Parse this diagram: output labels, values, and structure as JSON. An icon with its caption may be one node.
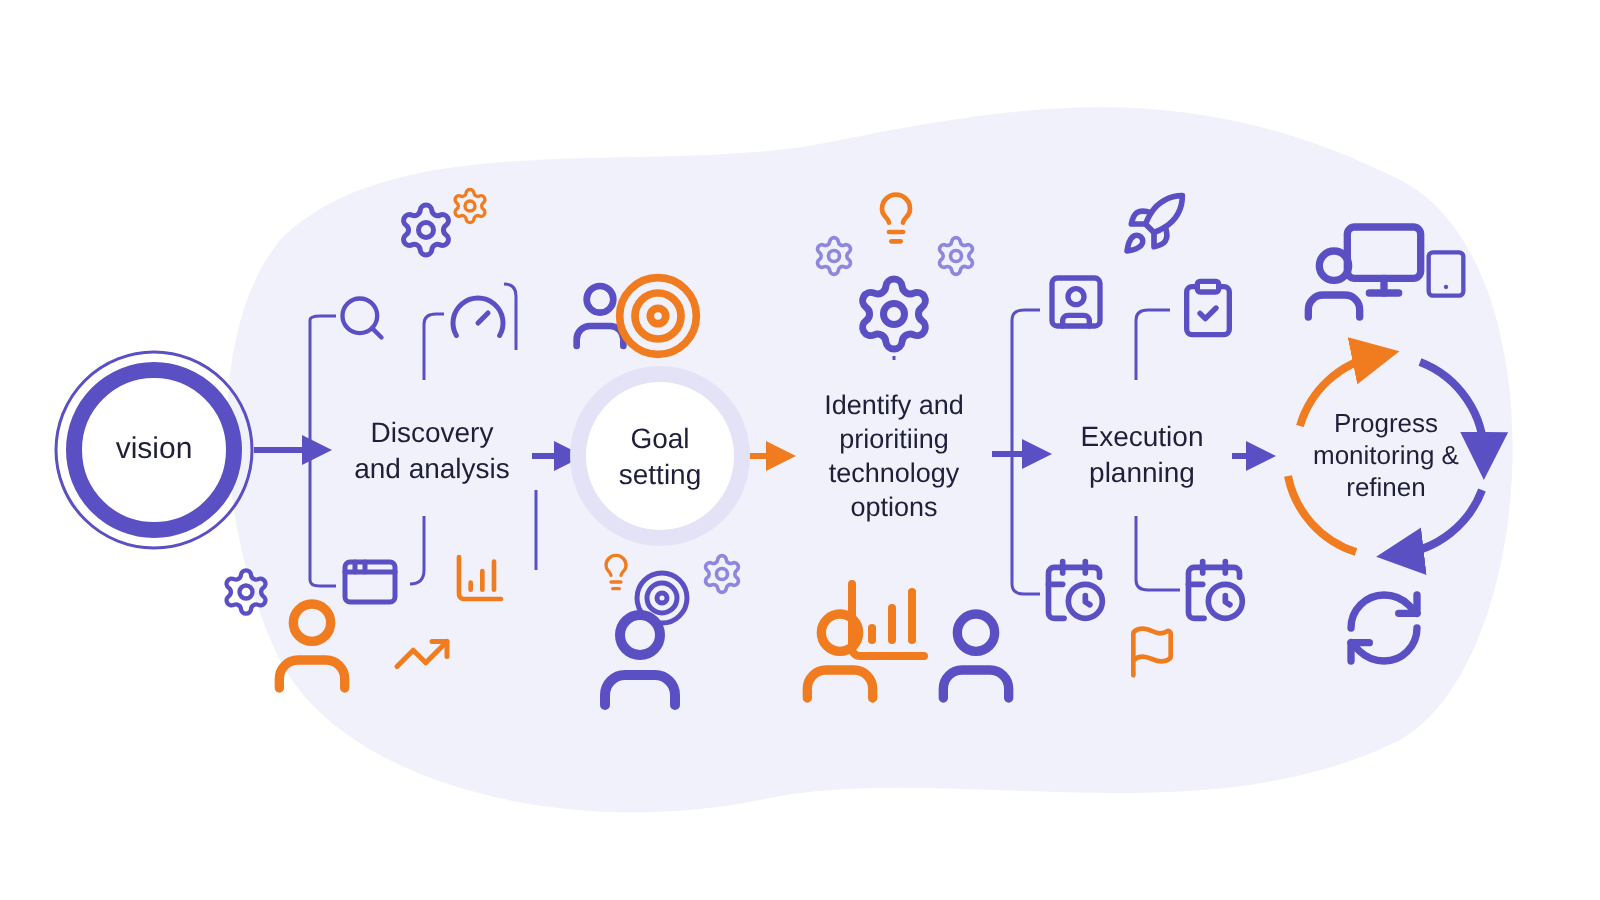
{
  "diagram": {
    "nodes": [
      {
        "text": [
          "vision"
        ]
      },
      {
        "text": [
          "Discovery and analysis"
        ]
      },
      {
        "text": [
          "Goal setting"
        ]
      },
      {
        "text": [
          "Identify and prioritiing technology options"
        ]
      },
      {
        "text": [
          "Execution planning"
        ]
      },
      {
        "text": [
          "Progress monitoring & refinen"
        ]
      }
    ],
    "edges": [
      {
        "from": 0,
        "to": 1,
        "arrow": "to"
      },
      {
        "from": 1,
        "to": 2,
        "arrow": "to"
      },
      {
        "from": 2,
        "to": 3,
        "arrow": "to",
        "color": "#f07c1f"
      },
      {
        "from": 3,
        "to": 4,
        "arrow": "to"
      },
      {
        "from": 4,
        "to": 5,
        "arrow": "to"
      }
    ]
  }
}
